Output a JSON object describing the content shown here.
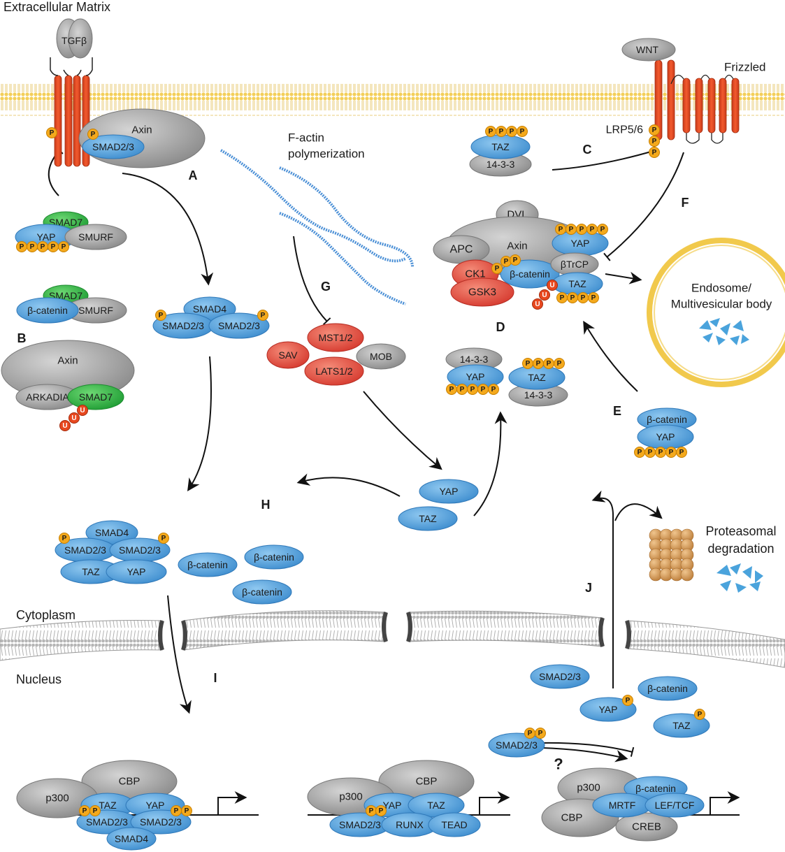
{
  "regions": {
    "extracellular": "Extracellular Matrix",
    "cytoplasm": "Cytoplasm",
    "nucleus": "Nucleus"
  },
  "section_letters": [
    "A",
    "B",
    "C",
    "D",
    "E",
    "F",
    "G",
    "H",
    "I",
    "J"
  ],
  "receptors": {
    "tgfb": "TGFβ",
    "wnt": "WNT",
    "frizzled": "Frizzled",
    "lrp": "LRP5/6"
  },
  "annotations": {
    "factin": [
      "F-actin",
      "polymerization"
    ],
    "endosome": [
      "Endosome/",
      "Multivesicular body"
    ],
    "proteasome": [
      "Proteasomal",
      "degradation"
    ],
    "question": "?"
  },
  "proteins": {
    "axin": "Axin",
    "smad23": "SMAD2/3",
    "smad4": "SMAD4",
    "smad7": "SMAD7",
    "yap": "YAP",
    "taz": "TAZ",
    "smurf": "SMURF",
    "bcatenin": "β-catenin",
    "arkadia": "ARKADIA",
    "p1433": "14-3-3",
    "dvl": "DVL",
    "apc": "APC",
    "ck1": "CK1",
    "gsk3": "GSK3",
    "btrcp": "βTrCP",
    "sav": "SAV",
    "mst": "MST1/2",
    "lats": "LATS1/2",
    "mob": "MOB",
    "p300": "p300",
    "cbp": "CBP",
    "runx": "RUNX",
    "tead": "TEAD",
    "mrtf": "MRTF",
    "leftcf": "LEF/TCF",
    "creb": "CREB"
  },
  "marks": {
    "phospho": "P",
    "ubiquitin": "U"
  },
  "colors": {
    "blue": "#5fa8de",
    "gray": "#9a9a9a",
    "green": "#3cb44b",
    "red": "#e0463c",
    "orange_red": "#e8481f",
    "phospho": "#f4a91c",
    "membrane": "#f3d265",
    "proteasome": "#d7a267",
    "endosome": "#f1c94c"
  }
}
